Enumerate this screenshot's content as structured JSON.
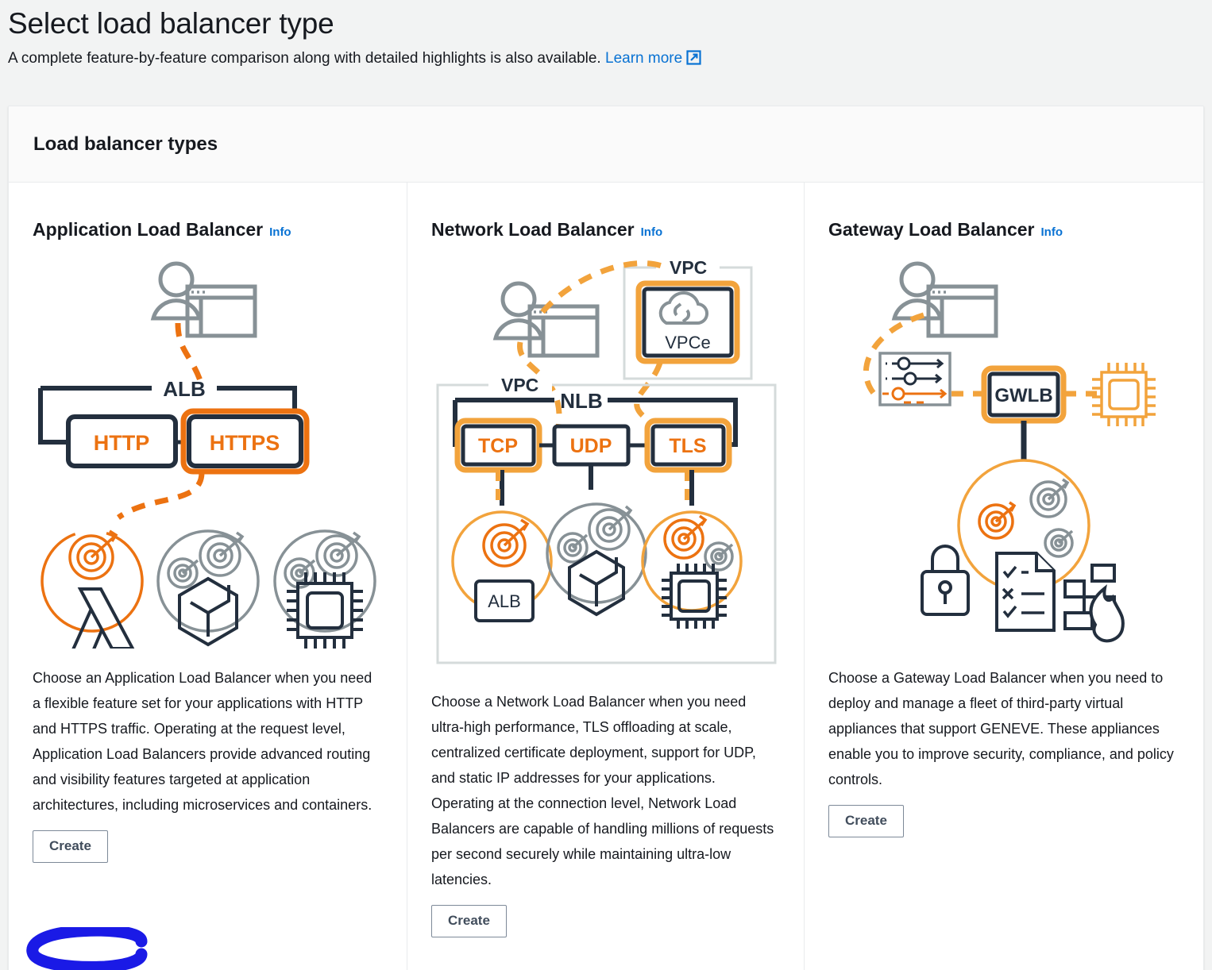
{
  "header": {
    "title": "Select load balancer type",
    "subtitle_text": "A complete feature-by-feature comparison along with detailed highlights is also available.",
    "learn_more_label": "Learn more",
    "external_link_icon": "external-link-icon"
  },
  "card": {
    "header_title": "Load balancer types"
  },
  "colors": {
    "link_blue": "#0972d3",
    "aws_orange": "#ec7211",
    "aws_orange_light": "#f2a33c",
    "navy": "#232f3e",
    "gray": "#879196",
    "annotation_blue": "#1a1ae6",
    "page_bg": "#f2f3f3",
    "card_header_bg": "#fafafa"
  },
  "columns": [
    {
      "id": "application-load-balancer",
      "title": "Application Load Balancer",
      "info_label": "Info",
      "description": "Choose an Application Load Balancer when you need a flexible feature set for your applications with HTTP and HTTPS traffic. Operating at the request level, Application Load Balancers provide advanced routing and visibility features targeted at application architectures, including microservices and containers.",
      "create_label": "Create",
      "diagram": {
        "lb_label": "ALB",
        "listeners": [
          {
            "label": "HTTP",
            "highlighted": false
          },
          {
            "label": "HTTPS",
            "highlighted": true
          }
        ],
        "targets": [
          {
            "icon": "lambda-icon",
            "highlighted": true
          },
          {
            "icon": "container-icon",
            "highlighted": false
          },
          {
            "icon": "ec2-instance-icon",
            "highlighted": false
          }
        ],
        "client_icon": "user-browser-icon"
      },
      "annotated": true
    },
    {
      "id": "network-load-balancer",
      "title": "Network Load Balancer",
      "info_label": "Info",
      "description": "Choose a Network Load Balancer when you need ultra-high performance, TLS offloading at scale, centralized certificate deployment, support for UDP, and static IP addresses for your applications. Operating at the connection level, Network Load Balancers are capable of handling millions of requests per second securely while maintaining ultra-low latencies.",
      "create_label": "Create",
      "diagram": {
        "lb_label": "NLB",
        "vpc_label_top": "VPC",
        "vpc_label_bottom": "VPC",
        "endpoint_label": "VPCe",
        "endpoint_icon": "vpc-endpoint-cloud-icon",
        "listeners": [
          {
            "label": "TCP",
            "highlighted": true
          },
          {
            "label": "UDP",
            "highlighted": false
          },
          {
            "label": "TLS",
            "highlighted": true
          }
        ],
        "targets": [
          {
            "icon": "alb-target-icon",
            "label": "ALB",
            "highlighted": true
          },
          {
            "icon": "container-icon",
            "label": "",
            "highlighted": false
          },
          {
            "icon": "ec2-instance-icon",
            "label": "",
            "highlighted": true
          }
        ],
        "client_icon": "user-browser-icon"
      },
      "annotated": false
    },
    {
      "id": "gateway-load-balancer",
      "title": "Gateway Load Balancer",
      "info_label": "Info",
      "description": "Choose a Gateway Load Balancer when you need to deploy and manage a fleet of third-party virtual appliances that support GENEVE. These appliances enable you to improve security, compliance, and policy controls.",
      "create_label": "Create",
      "diagram": {
        "lb_label": "GWLB",
        "route_table_icon": "route-table-icon",
        "instance_icon": "ec2-instance-icon",
        "appliance_icons": [
          "lock-icon",
          "policy-checklist-icon",
          "firewall-icon"
        ],
        "client_icon": "user-browser-icon"
      },
      "annotated": false
    }
  ]
}
